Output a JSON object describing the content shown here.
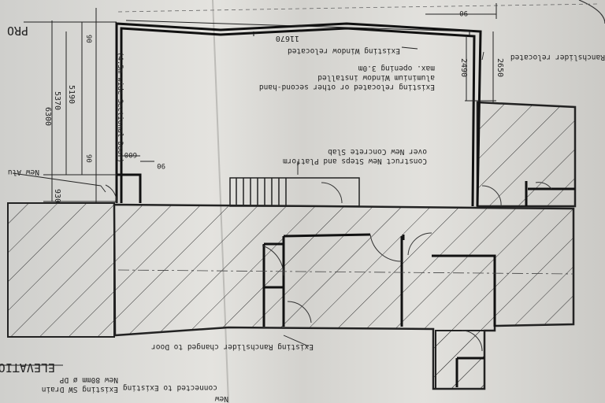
{
  "notes": {
    "header_left": "PRO",
    "sectional_door": "(4.5m wide Sectional Door)",
    "window_relocated": "Existing Window relocated",
    "window_replaced_1": "Existing relocated or other second-hand",
    "window_replaced_2": "aluminium Window installed",
    "window_replaced_3": "max. opening 3.0m",
    "steps_1": "Construct New Steps and Platform",
    "steps_2": "over New Concrete Slab",
    "ranchslider_relocated": "Ranchslider relocated",
    "ranchslider_door": "Existing Ranchslider changed to Door",
    "new_alu": "New Alu",
    "elevation": "ELEVATIO",
    "drain_1": "New 80mm ø DP",
    "drain_2": "connected to Existing",
    "drain_3": "Existing SW Drain",
    "drain_4": "New"
  },
  "dimensions": {
    "d_width": "11670",
    "d_2490": "2490",
    "d_2650": "2650",
    "d_90_top": "90",
    "d_90_a": "90",
    "d_90_b": "90",
    "d_90_c": "90",
    "d_600": "600",
    "d_5190": "5190",
    "d_5370": "5370",
    "d_6300": "6300",
    "d_930": "930"
  }
}
